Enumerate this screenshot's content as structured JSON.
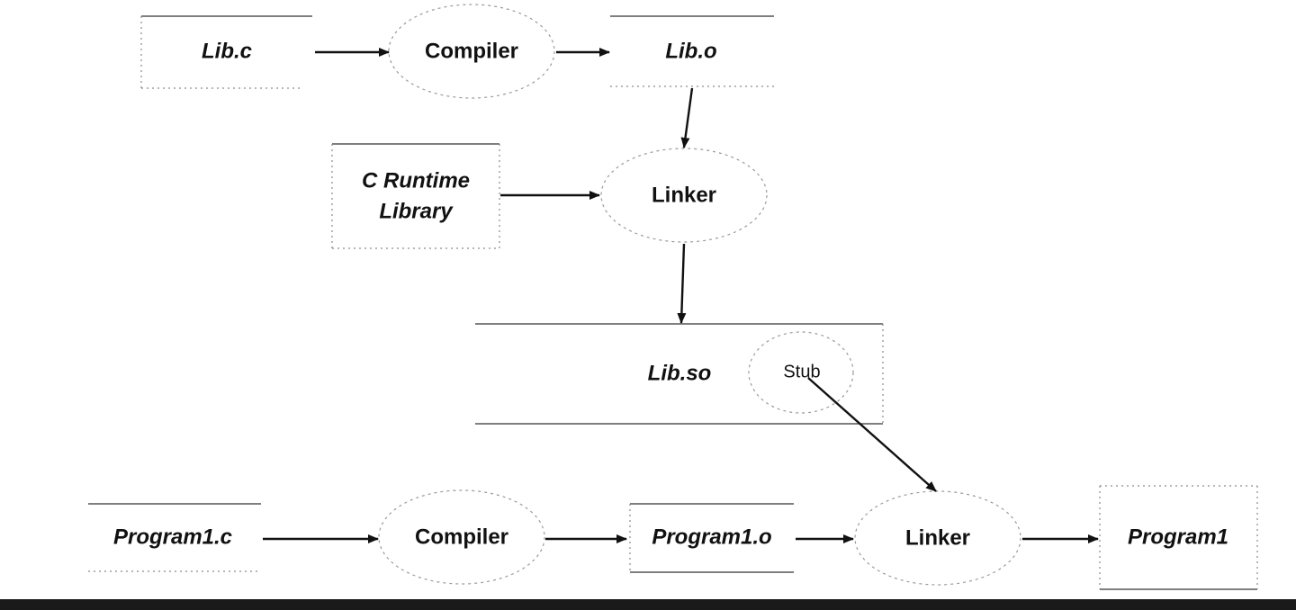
{
  "nodes": {
    "lib_c": "Lib.c",
    "compiler_top": "Compiler",
    "lib_o": "Lib.o",
    "c_runtime_line1": "C Runtime",
    "c_runtime_line2": "Library",
    "linker_mid": "Linker",
    "lib_so": "Lib.so",
    "stub": "Stub",
    "program1_c": "Program1.c",
    "compiler_bottom": "Compiler",
    "program1_o": "Program1.o",
    "linker_bottom": "Linker",
    "program1": "Program1"
  }
}
